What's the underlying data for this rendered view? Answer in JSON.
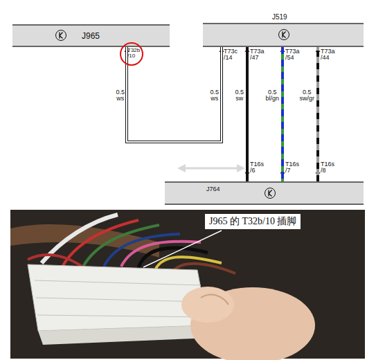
{
  "diagram": {
    "nodes": [
      {
        "text": [
          "J965"
        ]
      },
      {
        "text": [
          "J519"
        ]
      },
      {
        "text": [
          "J764"
        ]
      }
    ],
    "edges": [
      {
        "from": 0,
        "to": 1,
        "arrow": "none"
      },
      {
        "from": 1,
        "to": 2,
        "arrow": "none"
      },
      {
        "from": 1,
        "to": 2,
        "arrow": "none"
      },
      {
        "from": 1,
        "to": 2,
        "arrow": "none"
      }
    ],
    "labels": [
      "T32b /10",
      "0.5 ws",
      "T73c /14",
      "0.5 ws",
      "T73a /47",
      "0.5 sw",
      "T73a /54",
      "0.5 bl/gn",
      "T73a /44",
      "0.5 sw/gr",
      "T16s /6",
      "T16s /7",
      "T16s /8",
      "J965 的 T32b/10 插脚"
    ]
  }
}
